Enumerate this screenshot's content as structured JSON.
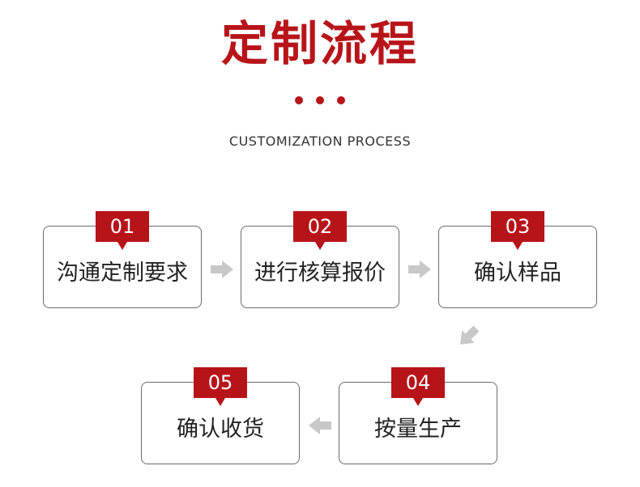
{
  "header": {
    "title": "定制流程",
    "subtitle": "CUSTOMIZATION PROCESS"
  },
  "steps": [
    {
      "number": "01",
      "label": "沟通定制要求"
    },
    {
      "number": "02",
      "label": "进行核算报价"
    },
    {
      "number": "03",
      "label": "确认样品"
    },
    {
      "number": "04",
      "label": "按量生产"
    },
    {
      "number": "05",
      "label": "确认收货"
    }
  ],
  "colors": {
    "accent": "#b71419",
    "border": "#6b6b6b",
    "arrow": "#c8c8c8",
    "text": "#222222"
  },
  "icons": {
    "flow_arrow": "arrow-icon"
  }
}
